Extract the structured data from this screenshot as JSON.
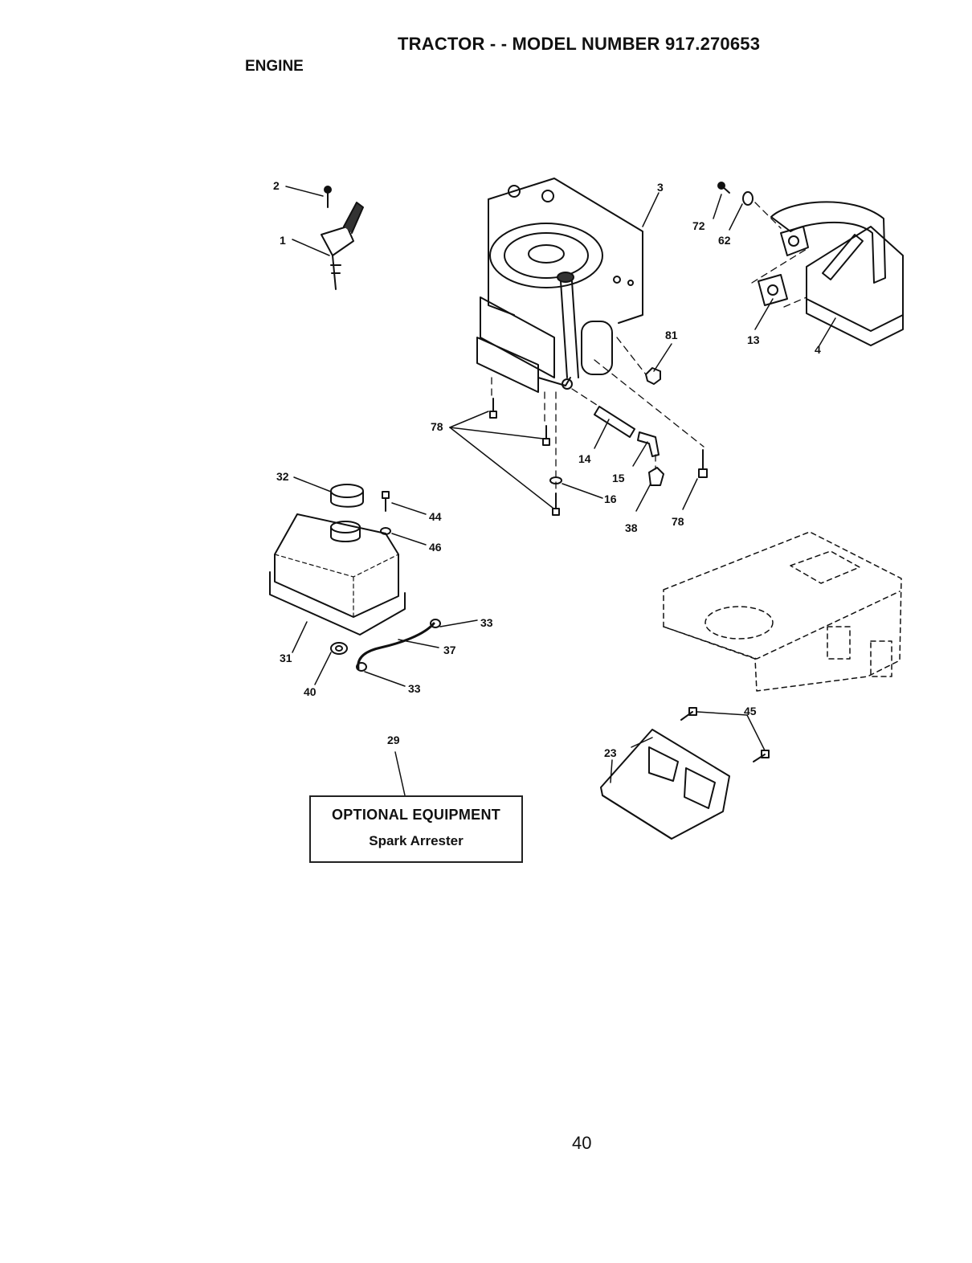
{
  "header": {
    "title": "TRACTOR - - MODEL NUMBER 917.270653",
    "section": "ENGINE"
  },
  "callouts": {
    "c1": "1",
    "c2": "2",
    "c3": "3",
    "c4": "4",
    "c13": "13",
    "c14": "14",
    "c15": "15",
    "c16": "16",
    "c23": "23",
    "c29": "29",
    "c31": "31",
    "c32": "32",
    "c33a": "33",
    "c33b": "33",
    "c37": "37",
    "c38": "38",
    "c40": "40",
    "c44": "44",
    "c45": "45",
    "c46": "46",
    "c62": "62",
    "c72": "72",
    "c78a": "78",
    "c78b": "78",
    "c81": "81"
  },
  "optional_equipment": {
    "title": "OPTIONAL EQUIPMENT",
    "item": "Spark Arrester"
  },
  "footer": {
    "page_number": "40"
  }
}
